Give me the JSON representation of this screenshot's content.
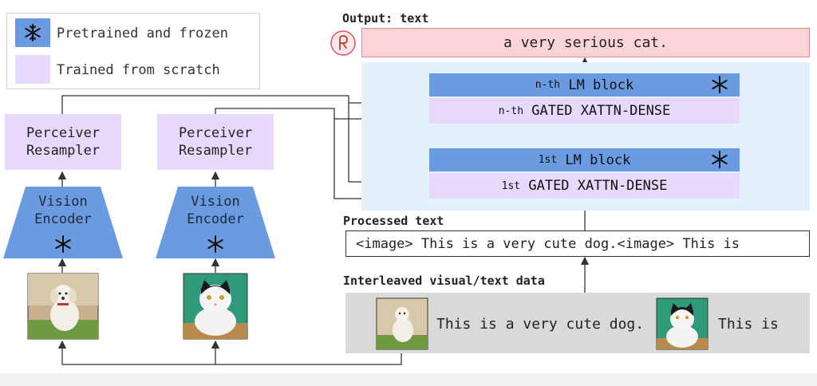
{
  "legend": {
    "frozen_label": "Pretrained and frozen",
    "scratch_label": "Trained from scratch",
    "frozen_color": "#6a9be0",
    "scratch_color": "#e7d9fb",
    "frozen_icon": "snowflake-icon"
  },
  "left_branch": {
    "resampler_line1": "Perceiver",
    "resampler_line2": "Resampler",
    "encoder_line1": "Vision",
    "encoder_line2": "Encoder",
    "image_icon": "dog-photo"
  },
  "right_branch": {
    "resampler_line1": "Perceiver",
    "resampler_line2": "Resampler",
    "encoder_line1": "Vision",
    "encoder_line2": "Encoder",
    "image_icon": "cat-photo"
  },
  "output": {
    "heading": "Output: text",
    "text": "a very serious cat.",
    "logo_icon": "flamingo-logo-icon",
    "box_color": "#fbd4d8"
  },
  "lm_stack": {
    "background": "#e3f1fd",
    "nth_lm_prefix": "n-th",
    "nth_lm_suffix": "LM block",
    "nth_xattn_prefix": "n-th",
    "nth_xattn_suffix": "GATED XATTN-DENSE",
    "first_lm_prefix": "1st",
    "first_lm_suffix": "LM block",
    "first_xattn_prefix": "1st",
    "first_xattn_suffix": "GATED XATTN-DENSE"
  },
  "processed_text": {
    "heading": "Processed text",
    "text": "<image> This is a very cute dog.<image> This is"
  },
  "interleaved": {
    "heading": "Interleaved visual/text data",
    "text1": "This is a very cute dog.",
    "text2": "This is"
  }
}
